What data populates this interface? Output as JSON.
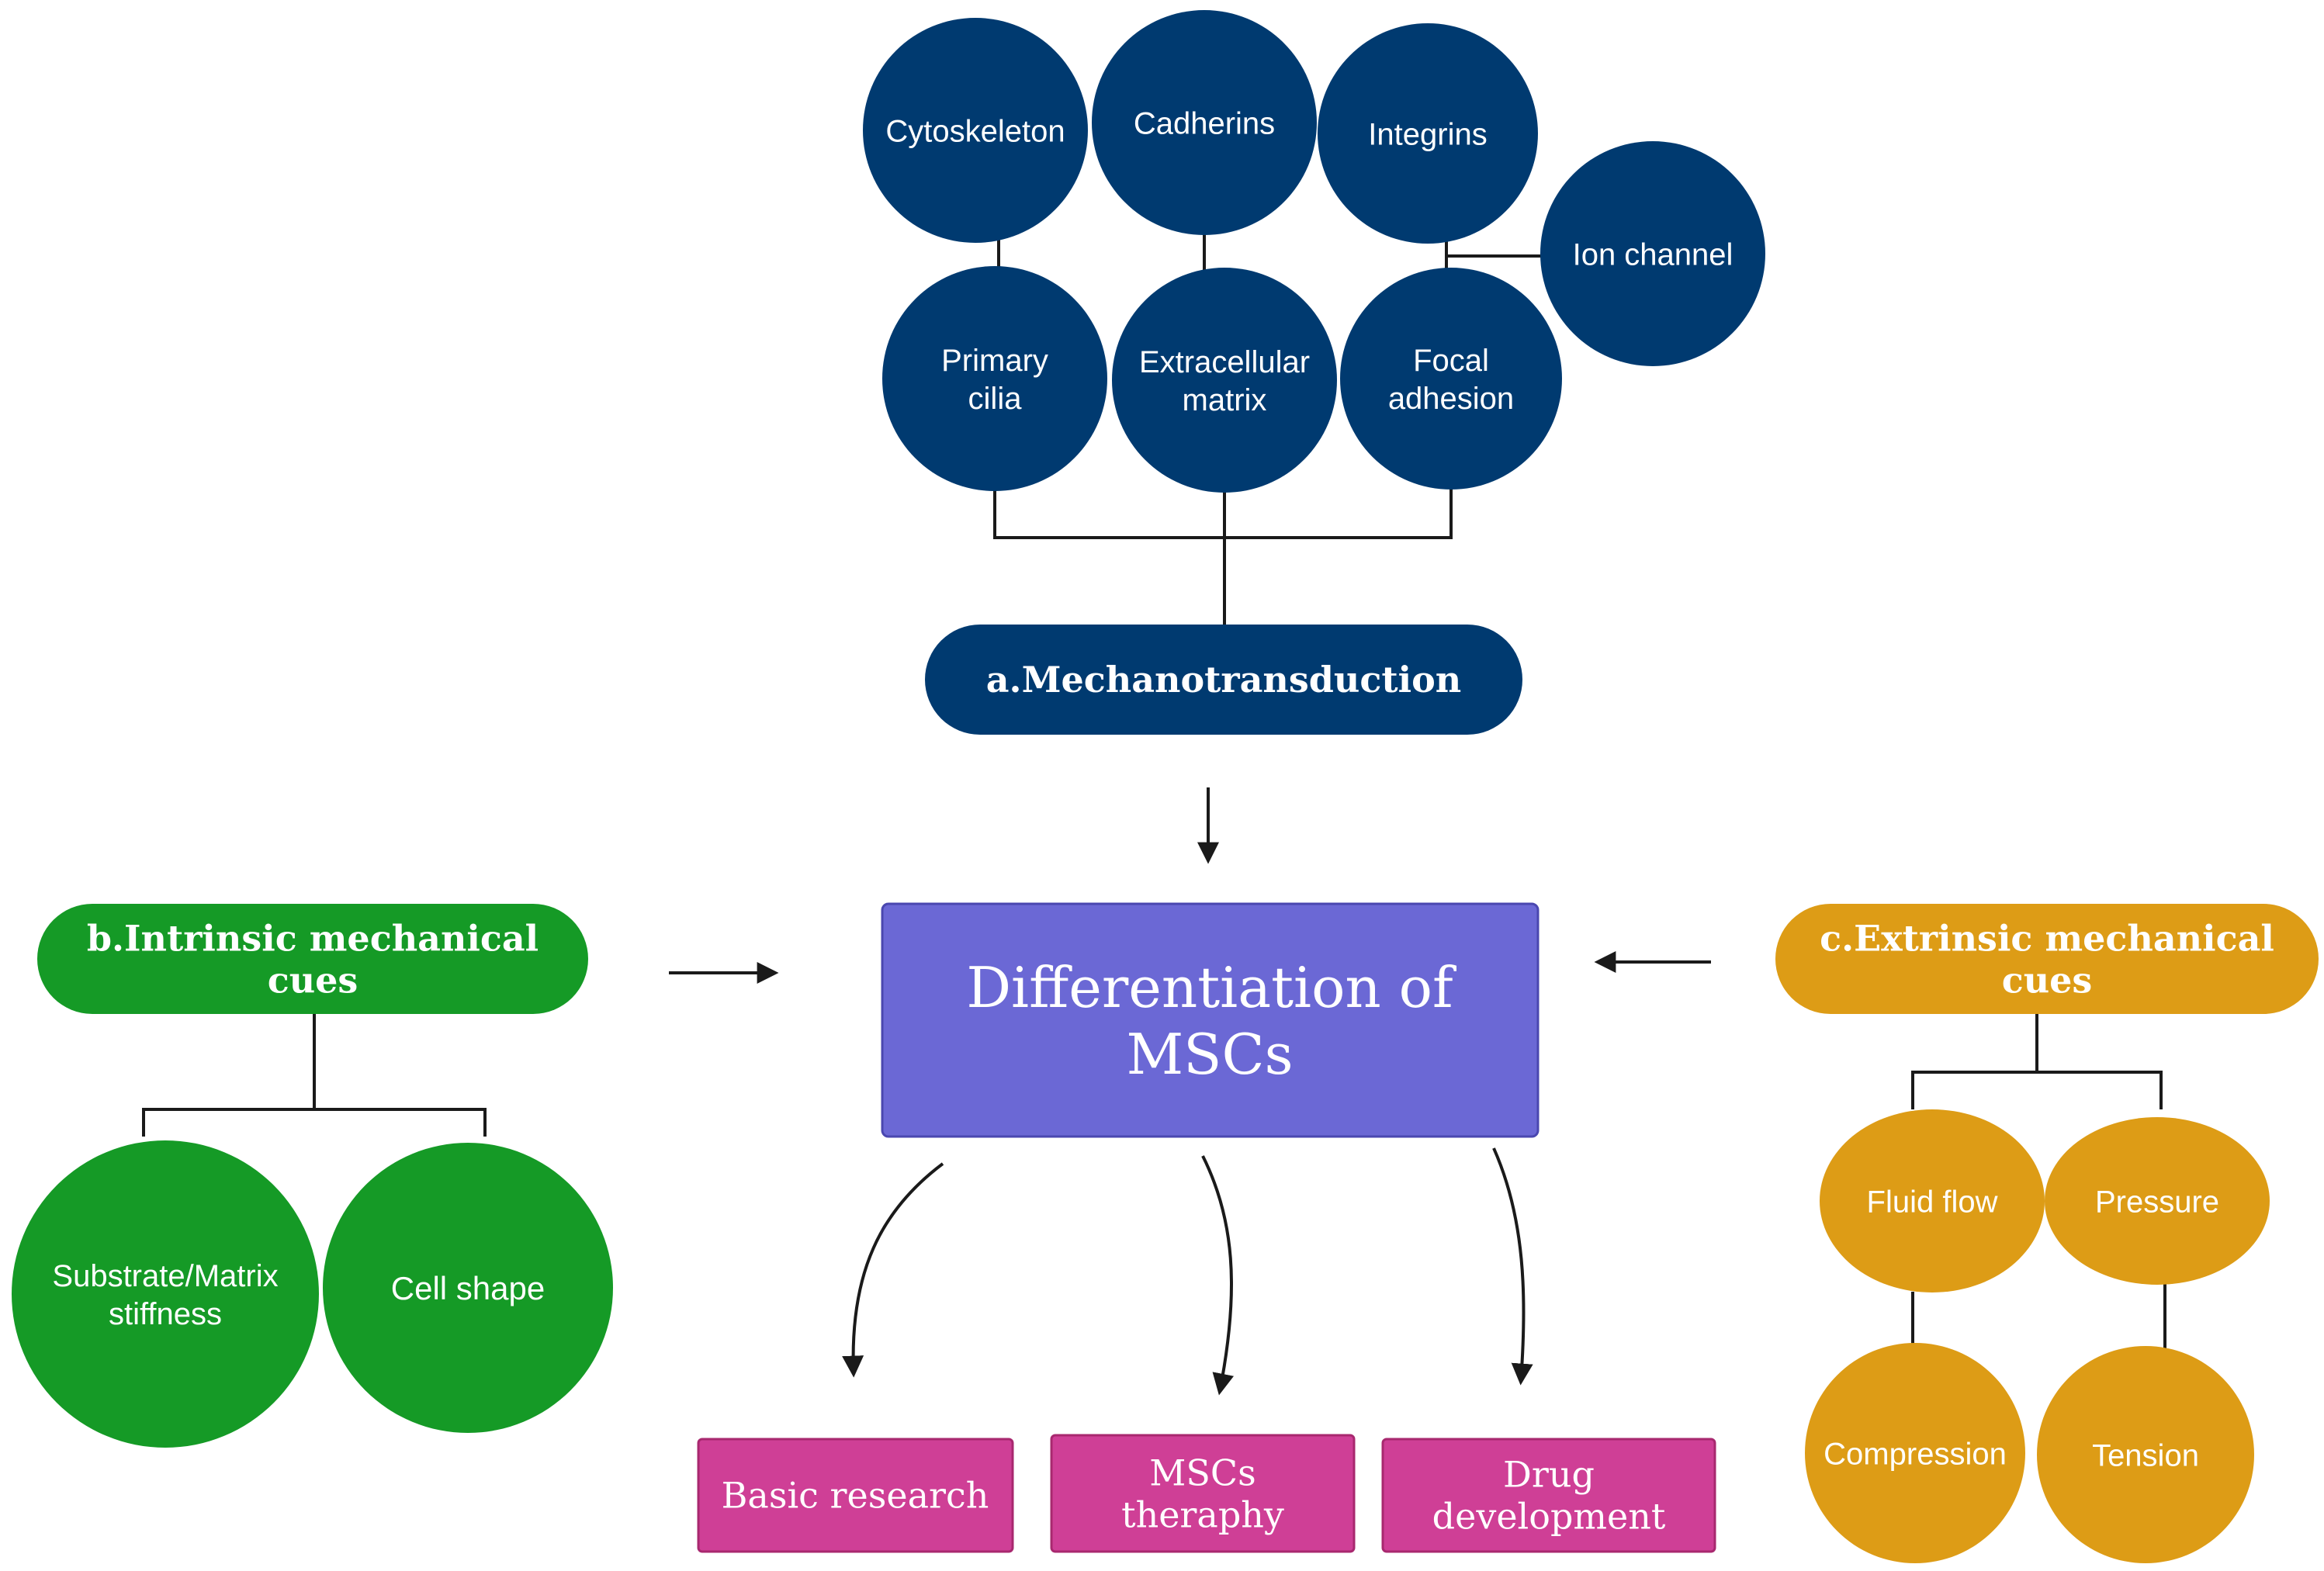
{
  "colors": {
    "navy": "#003a70",
    "green": "#159a26",
    "amber": "#dd9c16",
    "purple": "#6b68d5",
    "magenta": "#cf3f96"
  },
  "mechanotransduction": {
    "label": "a.Mechanotransduction",
    "nodes": [
      {
        "id": "cytoskeleton",
        "lines": [
          "Cytoskeleton"
        ]
      },
      {
        "id": "cadherins",
        "lines": [
          "Cadherins"
        ]
      },
      {
        "id": "integrins",
        "lines": [
          "Integrins"
        ]
      },
      {
        "id": "ion-channel",
        "lines": [
          "Ion channel"
        ]
      },
      {
        "id": "primary-cilia",
        "lines": [
          "Primary",
          "cilia"
        ]
      },
      {
        "id": "extracellular-matrix",
        "lines": [
          "Extracellular",
          "matrix"
        ]
      },
      {
        "id": "focal-adhesion",
        "lines": [
          "Focal",
          "adhesion"
        ]
      }
    ]
  },
  "intrinsic": {
    "label_lines": [
      "b.Intrinsic mechanical",
      "cues"
    ],
    "nodes": [
      {
        "id": "substrate-matrix-stiffness",
        "lines": [
          "Substrate/Matrix",
          "stiffness"
        ]
      },
      {
        "id": "cell-shape",
        "lines": [
          "Cell shape"
        ]
      }
    ]
  },
  "extrinsic": {
    "label_lines": [
      "c.Extrinsic mechanical",
      "cues"
    ],
    "nodes": [
      {
        "id": "fluid-flow",
        "lines": [
          "Fluid flow"
        ]
      },
      {
        "id": "pressure",
        "lines": [
          "Pressure"
        ]
      },
      {
        "id": "compression",
        "lines": [
          "Compression"
        ]
      },
      {
        "id": "tension",
        "lines": [
          "Tension"
        ]
      }
    ]
  },
  "center": {
    "label_lines": [
      "Differentiation of",
      "MSCs"
    ]
  },
  "outcomes": [
    {
      "id": "basic-research",
      "lines": [
        "Basic research"
      ]
    },
    {
      "id": "mscs-theraphy",
      "lines": [
        "MSCs",
        "theraphy"
      ]
    },
    {
      "id": "drug-development",
      "lines": [
        "Drug",
        "development"
      ]
    }
  ]
}
